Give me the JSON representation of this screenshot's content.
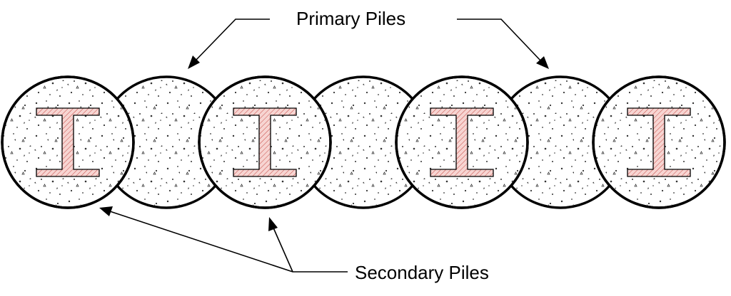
{
  "diagram": {
    "labels": {
      "primary": "Primary Piles",
      "secondary": "Secondary Piles"
    },
    "colors": {
      "line": "#000000",
      "background": "#ffffff",
      "steel_fill": "#f7d5d2",
      "steel_hatch": "#c74a45",
      "concrete_fill": "#ffffff",
      "concrete_speckle": "#333333"
    },
    "piles": [
      {
        "type": "primary",
        "has_steel_beam": true
      },
      {
        "type": "secondary",
        "has_steel_beam": false
      },
      {
        "type": "primary",
        "has_steel_beam": true
      },
      {
        "type": "secondary",
        "has_steel_beam": false
      },
      {
        "type": "primary",
        "has_steel_beam": true
      },
      {
        "type": "secondary",
        "has_steel_beam": false
      },
      {
        "type": "primary",
        "has_steel_beam": true
      }
    ]
  }
}
